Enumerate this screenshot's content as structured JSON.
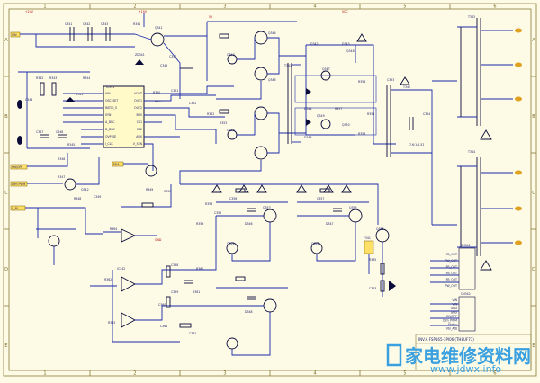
{
  "frame": {
    "columns": [
      "1",
      "2",
      "3",
      "4",
      "5",
      "6"
    ],
    "rows": [
      "A",
      "B",
      "C",
      "D",
      "E"
    ]
  },
  "designators": [
    "C341",
    "C342",
    "C343",
    "R341",
    "Q341",
    "ZD341",
    "C344",
    "C345",
    "R342",
    "R343",
    "R344",
    "D341",
    "C346",
    "C347",
    "C348",
    "R345",
    "R346",
    "R347",
    "Q342",
    "R348",
    "C349",
    "R349",
    "C350",
    "IC341",
    "R350",
    "R351",
    "C351",
    "Q343",
    "Q344",
    "Q345",
    "Q346",
    "C352",
    "R352",
    "R353",
    "T341",
    "D342",
    "D343",
    "Q347",
    "Q348",
    "R354",
    "R355",
    "C353",
    "C354",
    "D344",
    "D345",
    "Q349",
    "Q350",
    "R356",
    "R357",
    "T342",
    "T343",
    "T344",
    "R358",
    "C355",
    "C356",
    "C357",
    "Q351",
    "Q352",
    "Q353",
    "Q354",
    "D346",
    "D347",
    "D348",
    "R359",
    "R360",
    "R361",
    "C358",
    "C359",
    "C360",
    "IC342",
    "R362",
    "R363",
    "C361",
    "C362",
    "R364",
    "Q355",
    "F341",
    "R365",
    "C363",
    "CN341",
    "CN342"
  ],
  "ic_pins": {
    "left": [
      "VIN",
      "OSC_SET",
      "RATIO_S",
      "SYN",
      "A_DRC",
      "D_DRC",
      "OVP_SE",
      "I_CLK"
    ],
    "right": [
      "VOUT",
      "OUT1",
      "OUT2",
      "BUS",
      "CS1",
      "CS2",
      "AUX",
      "V_SEN"
    ]
  },
  "net_labels": [
    "VIN",
    "ON/OFF",
    "Dim PWM",
    "ENA",
    "V_BL"
  ],
  "supply_rails": [
    "+24V",
    "+15V",
    "5V",
    "VCC",
    "GND"
  ],
  "transformer_ratio": "7.6:1:1.52",
  "connector_cn1": {
    "name": "CN341",
    "pins": [
      "FB_OUT",
      "PW_OUT",
      "FB_OUT",
      "FB_OUT",
      "FB_OUT",
      "PW_OUT"
    ]
  },
  "connector_cn2": {
    "name": "CN342",
    "pins": [
      "VIN",
      "VIN",
      "GND",
      "GND",
      "ON/OFF",
      "Dim_PWM",
      "Status",
      "Vbl_ADJ"
    ]
  },
  "title_block": {
    "title": "INV.A   FSP165-3PI06 (TH8UF73)"
  },
  "watermark": {
    "text": "家电维修资料网",
    "url": "www.jdwx.info"
  }
}
